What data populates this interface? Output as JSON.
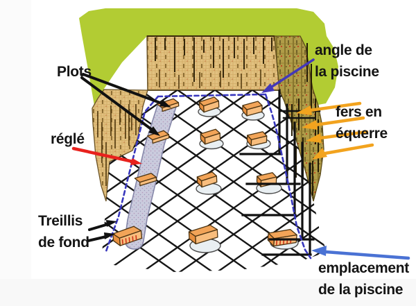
{
  "diagram": {
    "title": "pool excavation preparation diagram",
    "labels": {
      "plots": "Plots",
      "regle": "réglé",
      "treillis": [
        "Treillis",
        "de fond"
      ],
      "angle": [
        "angle de",
        "la piscine"
      ],
      "fers": [
        "fers en",
        "équerre"
      ],
      "emplacement": [
        "emplacement",
        "de la piscine"
      ]
    },
    "colors": {
      "grass": "#b2cc33",
      "wall_light": "#e2c180",
      "wall_dark": "#b09c48",
      "screed_strip": "#cacbdd",
      "plot_orange": "#f2a458",
      "mortar_pad": "#e9eff2",
      "mesh_black": "#161616",
      "pool_outline_blue": "#3837bd",
      "arrow_black": "#111111",
      "arrow_red": "#e8211d",
      "arrow_violet": "#4338b8",
      "arrow_orange": "#f2a31e",
      "arrow_blue": "#4a72d4",
      "text": "#141414"
    }
  }
}
